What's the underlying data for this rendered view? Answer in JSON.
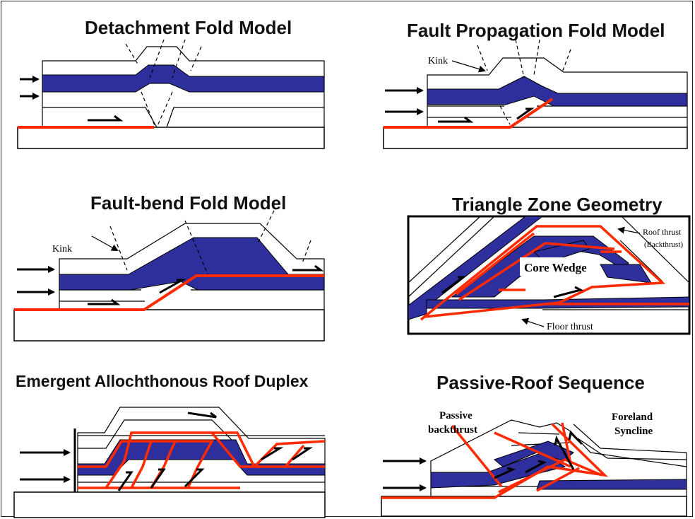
{
  "panels": [
    {
      "title": "Detachment Fold Model",
      "labels": []
    },
    {
      "title": "Fault Propagation Fold Model",
      "labels": [
        "Kink"
      ]
    },
    {
      "title": "Fault-bend Fold Model",
      "labels": [
        "Kink"
      ]
    },
    {
      "title": "Triangle Zone Geometry",
      "labels": [
        "Roof thrust",
        "(Backthrust)",
        "Core Wedge",
        "Floor thrust"
      ]
    },
    {
      "title": "Emergent Allochthonous Roof Duplex",
      "labels": []
    },
    {
      "title": "Passive-Roof Sequence",
      "labels": [
        "Passive",
        "backthrust",
        "Foreland",
        "Syncline"
      ]
    }
  ],
  "colors": {
    "layer": "#2e2e9c",
    "fault": "#ff2a00",
    "line": "#000000"
  }
}
